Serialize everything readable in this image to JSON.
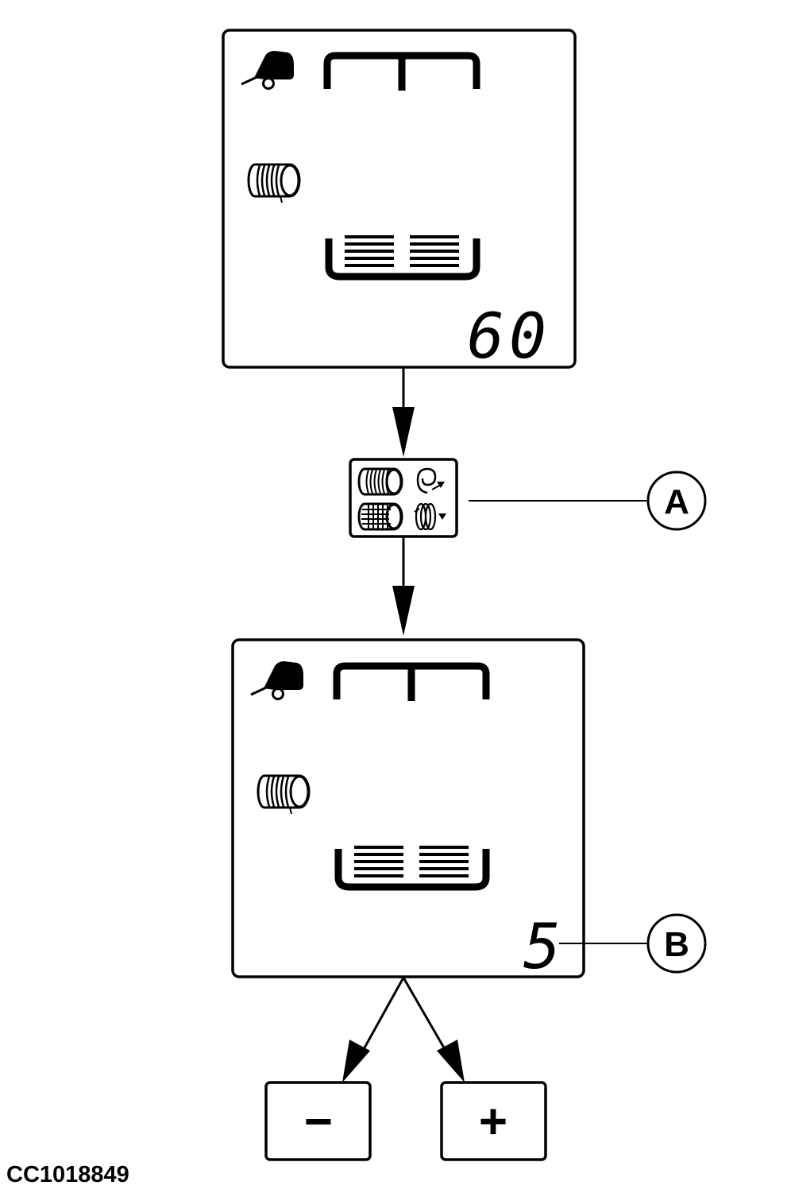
{
  "screen_top": {
    "readout": "60"
  },
  "screen_bottom": {
    "readout": "5"
  },
  "callouts": {
    "a": "A",
    "b": "B"
  },
  "keys": {
    "minus": "−",
    "plus": "+"
  },
  "figure_code": "CC1018849",
  "icons": {
    "baler": "round-baler-icon",
    "bale": "bale-icon",
    "bale_chamber": "bale-chamber-icon",
    "twine_wrap": "twine-wrap-icon",
    "net_wrap": "net-wrap-icon"
  }
}
